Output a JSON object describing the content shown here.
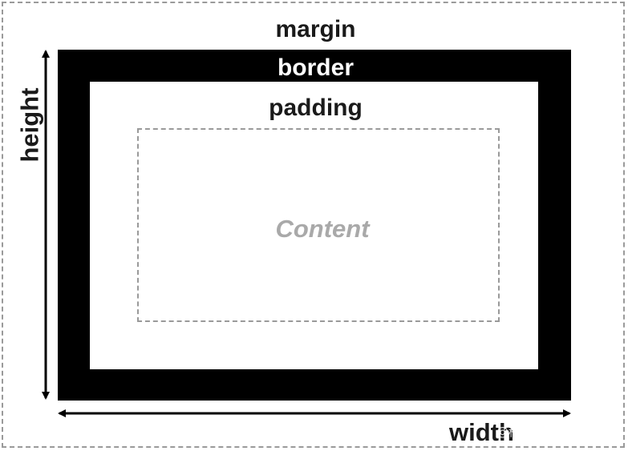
{
  "diagram": {
    "labels": {
      "margin": "margin",
      "border": "border",
      "padding": "padding",
      "content": "Content",
      "width": "width",
      "height": "height"
    },
    "watermark": "@稀土掘金技术社区",
    "colors": {
      "border_fill": "#000000",
      "dashed_line": "#9a9a9a",
      "content_text": "#a9a9a9",
      "label_text": "#1a1a1a",
      "border_label_text": "#ffffff"
    }
  }
}
